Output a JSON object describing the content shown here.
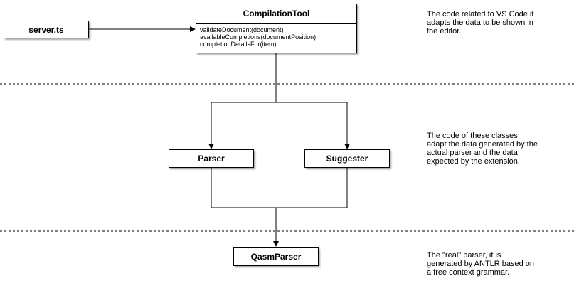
{
  "nodes": {
    "server": {
      "label": "server.ts"
    },
    "compilation_tool": {
      "title": "CompilationTool",
      "methods": [
        "validateDocument(document)",
        "availableCompletions(documentPosition)",
        "completionDetailsFor(item)"
      ]
    },
    "parser": {
      "label": "Parser"
    },
    "suggester": {
      "label": "Suggester"
    },
    "qasm_parser": {
      "label": "QasmParser"
    }
  },
  "notes": [
    "The code related to VS Code it\nadapts the data to be shown in\nthe editor.",
    "The code of these classes\nadapt the data generated by the\nactual parser and the data\nexpected by the extension.",
    "The \"real\" parser, it is\ngenerated by ANTLR based on\na free context grammar."
  ],
  "colors": {
    "line": "#000000",
    "divider": "#000000",
    "box_border": "#000000"
  }
}
